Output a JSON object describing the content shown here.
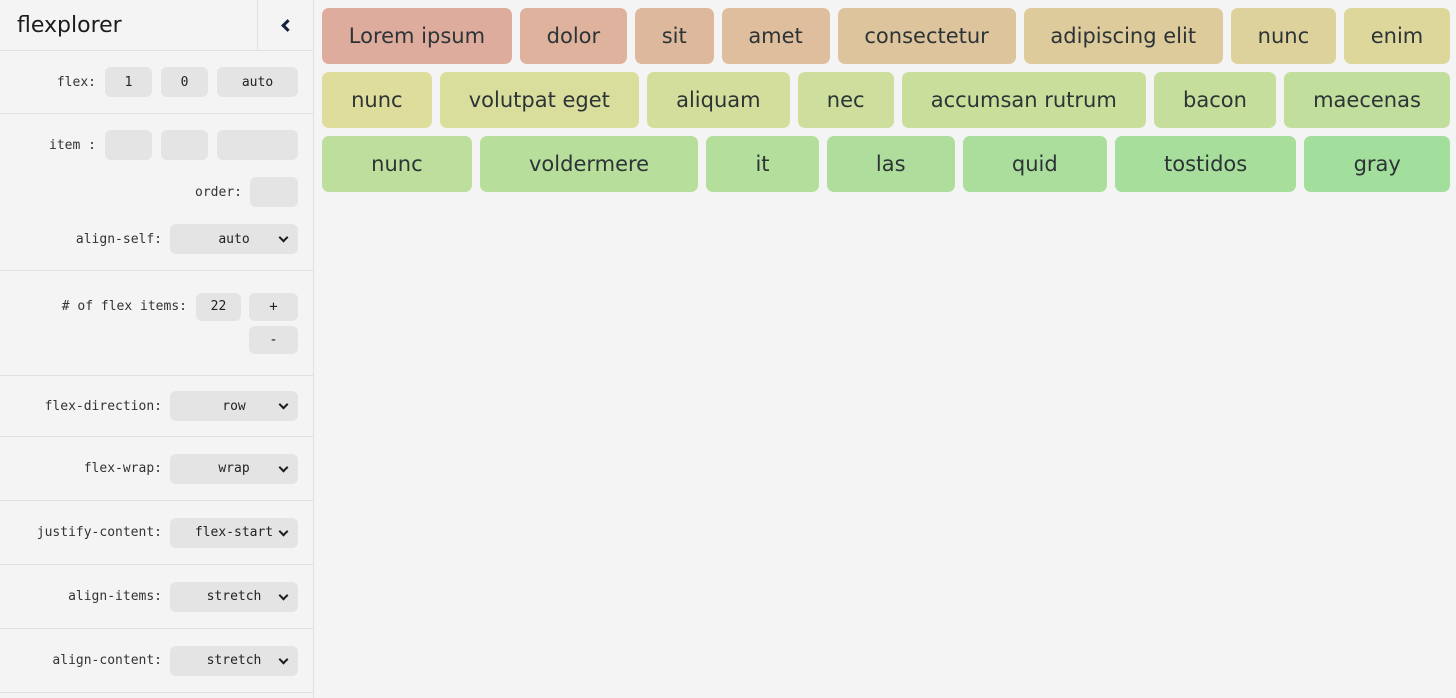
{
  "app": {
    "title": "flexplorer",
    "collapse_icon": "chevron-left-icon"
  },
  "theme": {
    "background": "#f4f4f4",
    "control_background": "#e4e4e4",
    "divider": "#e0e0e0",
    "text": "#222222"
  },
  "sidebar": {
    "flex_row": {
      "label": "flex:",
      "grow": "1",
      "shrink": "0",
      "basis": "auto"
    },
    "item_row": {
      "label": "item :",
      "inputs": [
        "",
        "",
        ""
      ]
    },
    "order_row": {
      "label": "order:",
      "value": ""
    },
    "align_self": {
      "label": "align-self:",
      "value": "auto"
    },
    "count_row": {
      "label": "# of flex items:",
      "value": "22",
      "plus": "+",
      "minus": "-"
    },
    "flex_direction": {
      "label": "flex-direction:",
      "value": "row"
    },
    "flex_wrap": {
      "label": "flex-wrap:",
      "value": "wrap"
    },
    "justify_content": {
      "label": "justify-content:",
      "value": "flex-start"
    },
    "align_items": {
      "label": "align-items:",
      "value": "stretch"
    },
    "align_content": {
      "label": "align-content:",
      "value": "stretch"
    }
  },
  "main": {
    "rows": [
      [
        {
          "label": "Lorem ipsum",
          "color": "hsl(15, 50%, 74%)"
        },
        {
          "label": "dolor",
          "color": "hsl(20, 50%, 74%)"
        },
        {
          "label": "sit",
          "color": "hsl(26, 50%, 74%)"
        },
        {
          "label": "amet",
          "color": "hsl(31, 50%, 74%)"
        },
        {
          "label": "consectetur",
          "color": "hsl(37, 50%, 74%)"
        },
        {
          "label": "adipiscing elit",
          "color": "hsl(43, 50%, 74%)"
        },
        {
          "label": "nunc",
          "color": "hsl(49, 50%, 74%)"
        },
        {
          "label": "enim",
          "color": "hsl(54, 50%, 74%)"
        }
      ],
      [
        {
          "label": "nunc",
          "color": "hsl(59, 50%, 74%)"
        },
        {
          "label": "volutpat eget",
          "color": "hsl(64, 50%, 74%)"
        },
        {
          "label": "aliquam",
          "color": "hsl(69, 50%, 74%)"
        },
        {
          "label": "nec",
          "color": "hsl(74, 50%, 74%)"
        },
        {
          "label": "accumsan rutrum",
          "color": "hsl(78, 50%, 74%)"
        },
        {
          "label": "bacon",
          "color": "hsl(82, 50%, 74%)"
        },
        {
          "label": "maecenas",
          "color": "hsl(86, 50%, 74%)"
        }
      ],
      [
        {
          "label": "nunc",
          "color": "hsl(90, 50%, 74%)"
        },
        {
          "label": "voldermere",
          "color": "hsl(94, 50%, 74%)"
        },
        {
          "label": "it",
          "color": "hsl(98, 50%, 74%)"
        },
        {
          "label": "las",
          "color": "hsl(102, 50%, 74%)"
        },
        {
          "label": "quid",
          "color": "hsl(106, 50%, 74%)"
        },
        {
          "label": "tostidos",
          "color": "hsl(110, 50%, 74%)"
        },
        {
          "label": "gray",
          "color": "hsl(114, 50%, 74%)"
        }
      ]
    ]
  }
}
